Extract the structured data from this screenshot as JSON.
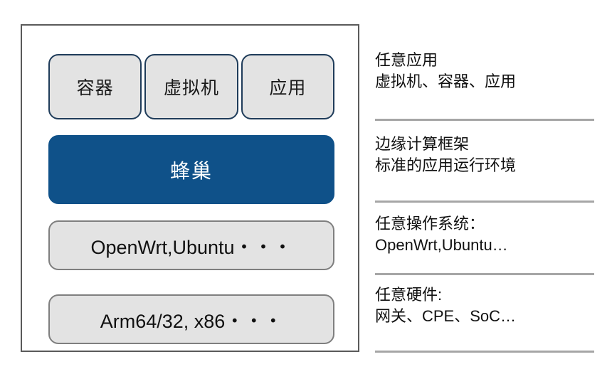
{
  "diagram": {
    "stack": {
      "top_row": [
        {
          "label": "容器"
        },
        {
          "label": "虚拟机"
        },
        {
          "label": "应用"
        }
      ],
      "platform": {
        "label": "蜂巢"
      },
      "os_bar": {
        "label": "OpenWrt,Ubuntu・・・"
      },
      "hardware_bar": {
        "label": "Arm64/32, x86・・・"
      }
    },
    "notes": [
      {
        "title": "任意应用",
        "detail": "虚拟机、容器、应用"
      },
      {
        "title": "边缘计算框架",
        "detail": "标准的应用运行环境"
      },
      {
        "title": "任意操作系统：",
        "detail": "OpenWrt,Ubuntu…"
      },
      {
        "title": "任意硬件:",
        "detail": "网关、CPE、SoC…"
      }
    ],
    "colors": {
      "platform_blue": "#0f5189",
      "box_gray": "#e3e3e3",
      "box_border_navy": "#1f3c5a",
      "box_border_gray": "#7f7f7f",
      "frame_border": "#5a5a5a",
      "divider": "#a6a6a6"
    }
  }
}
